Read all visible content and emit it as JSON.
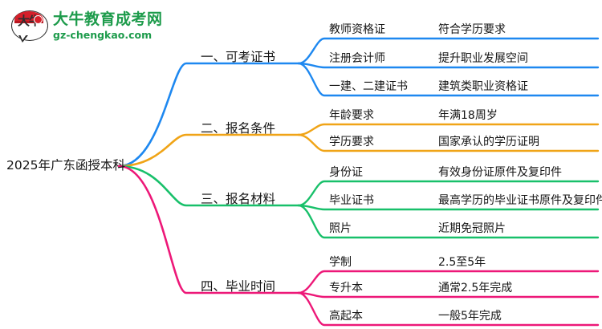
{
  "logo": {
    "mark_text": "大牛",
    "title": "大牛教育成考网",
    "subtitle": "gz-chengkao.com",
    "brand_green": "#1d9b4b",
    "brand_red": "#d5202a"
  },
  "mindmap": {
    "root": "2025年广东函授本科",
    "branch_colors": {
      "blue": "#1E88F0",
      "orange": "#F0A417",
      "green": "#18C06A",
      "pink": "#ED1878"
    },
    "branches": [
      {
        "label": "一、可考证书",
        "color": "#1E88F0",
        "items": [
          {
            "topic": "教师资格证",
            "detail": "符合学历要求"
          },
          {
            "topic": "注册会计师",
            "detail": "提升职业发展空间"
          },
          {
            "topic": "一建、二建证书",
            "detail": "建筑类职业资格证"
          }
        ]
      },
      {
        "label": "二、报名条件",
        "color": "#F0A417",
        "items": [
          {
            "topic": "年龄要求",
            "detail": "年满18周岁"
          },
          {
            "topic": "学历要求",
            "detail": "国家承认的学历证明"
          }
        ]
      },
      {
        "label": "三、报名材料",
        "color": "#18C06A",
        "items": [
          {
            "topic": "身份证",
            "detail": "有效身份证原件及复印件"
          },
          {
            "topic": "毕业证书",
            "detail": "最高学历的毕业证书原件及复印件"
          },
          {
            "topic": "照片",
            "detail": "近期免冠照片"
          }
        ]
      },
      {
        "label": "四、毕业时间",
        "color": "#ED1878",
        "items": [
          {
            "topic": "学制",
            "detail": "2.5至5年"
          },
          {
            "topic": "专升本",
            "detail": "通常2.5年完成"
          },
          {
            "topic": "高起本",
            "detail": "一般5年完成"
          }
        ]
      }
    ]
  }
}
